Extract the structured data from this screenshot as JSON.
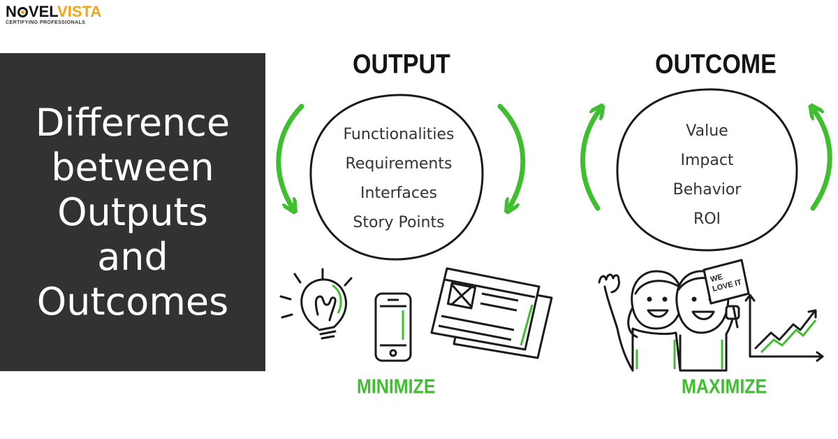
{
  "logo": {
    "name_part1": "N",
    "name_part2": "VEL",
    "name_part3": "VISTA",
    "tagline": "CERTIFYING PROFESSIONALS"
  },
  "title": {
    "lines": [
      "Difference",
      "between",
      "Outputs",
      "and",
      "Outcomes"
    ]
  },
  "output": {
    "heading": "OUTPUT",
    "items": [
      "Functionalities",
      "Requirements",
      "Interfaces",
      "Story Points"
    ],
    "action": "MINIMIZE"
  },
  "outcome": {
    "heading": "OUTCOME",
    "items": [
      "Value",
      "Impact",
      "Behavior",
      "ROI"
    ],
    "action": "MAXIMIZE",
    "sign_lines": [
      "WE",
      "LOVE IT"
    ]
  },
  "colors": {
    "accent_green": "#3fbf30",
    "panel_dark": "#323232",
    "logo_orange": "#f2a516"
  }
}
